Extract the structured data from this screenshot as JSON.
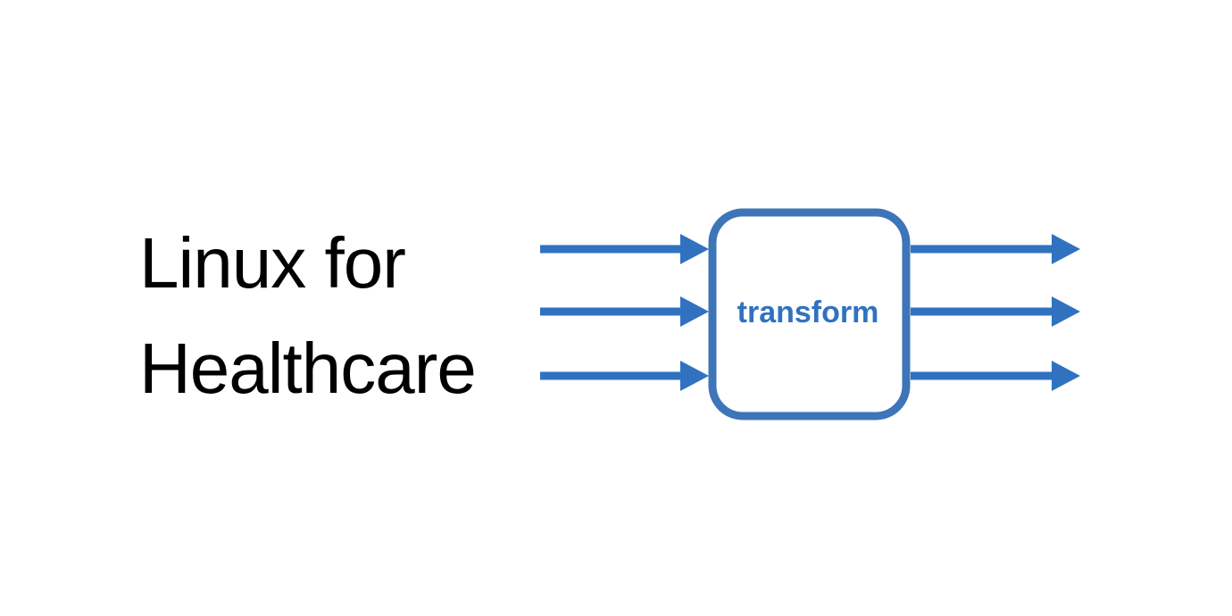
{
  "title": {
    "line1": "Linux for",
    "line2": "Healthcare"
  },
  "transform_box": {
    "label": "transform"
  },
  "colors": {
    "accent": "#3072C0",
    "box_stroke": "#3E74B8",
    "title_text": "#000000"
  },
  "icons": {
    "arrow": "arrow-right-icon"
  }
}
